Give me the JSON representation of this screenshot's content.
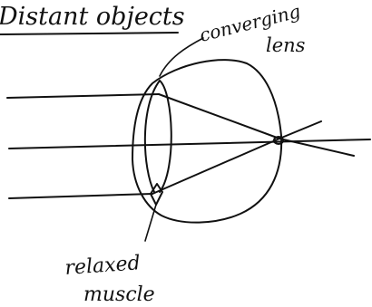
{
  "diagram": {
    "title": "Distant objects",
    "lens_label_line1": "converging",
    "lens_label_line2": "lens",
    "muscle_label_line1": "relaxed",
    "muscle_label_line2": "muscle",
    "ink_color": "#111111",
    "background_color": "#ffffff"
  }
}
